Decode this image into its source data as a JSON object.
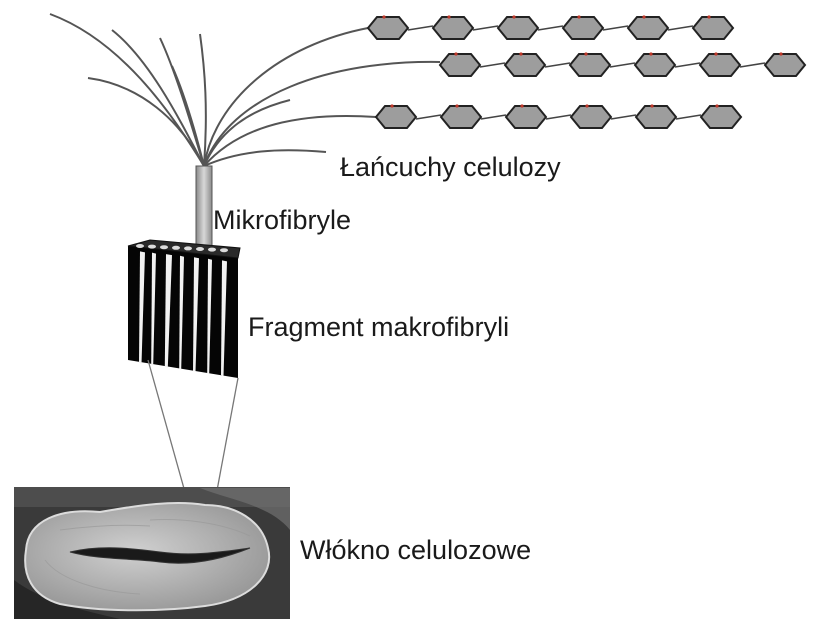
{
  "labels": {
    "cellulose_chains": "Łańcuchy celulozy",
    "microfibrils": "Mikrofibryle",
    "macrofibril_fragment": "Fragment makrofibryli",
    "cellulose_fiber": "Włókno celulozowe"
  },
  "colors": {
    "strand": "#555555",
    "ring_fill": "#9d9d9d",
    "ring_stroke": "#222222",
    "block_dark": "#050505",
    "block_light": "#f2f2f2",
    "photo_bg": "#3a3a3a",
    "fiber_fill": "#b8b8b8"
  },
  "chain_rows": [
    {
      "rings": 6
    },
    {
      "rings": 6
    },
    {
      "rings": 6
    }
  ]
}
